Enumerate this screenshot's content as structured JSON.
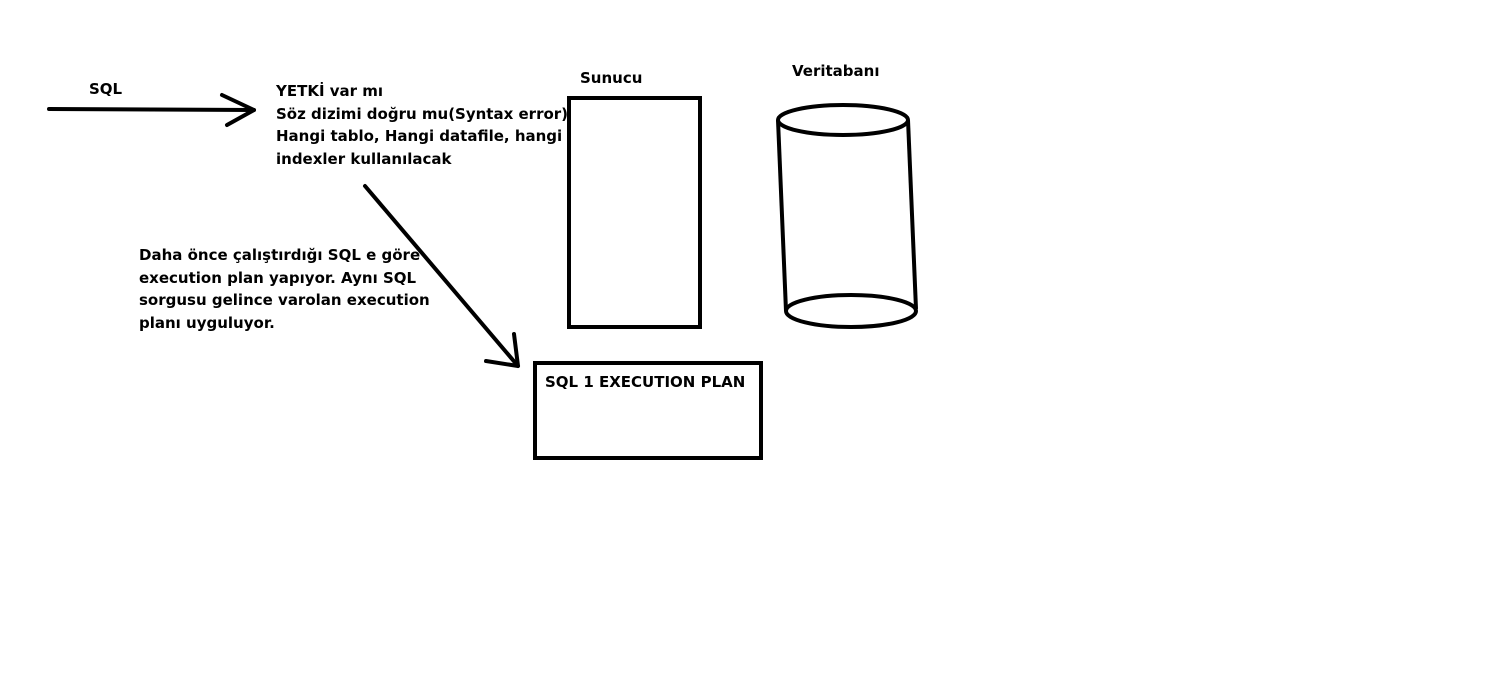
{
  "labels": {
    "sql_input": "SQL",
    "server": "Sunucu",
    "database": "Veritabanı",
    "plan_box": "SQL 1 EXECUTION PLAN"
  },
  "checks": [
    "YETKİ var mı",
    "Söz dizimi doğru mu(Syntax error)",
    "Hangi tablo, Hangi datafile, hangi",
    "indexler kullanılacak"
  ],
  "note": [
    "Daha önce çalıştırdığı SQL e göre",
    "execution plan yapıyor. Aynı SQL",
    "sorgusu gelince varolan execution",
    "planı uyguluyor."
  ],
  "colors": {
    "ink": "#000000",
    "background": "#ffffff"
  }
}
